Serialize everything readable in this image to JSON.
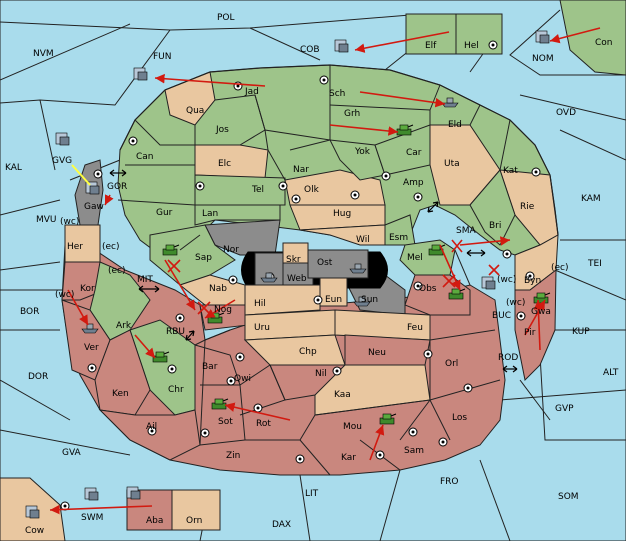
{
  "board": {
    "colors": {
      "sea": "#a9dcec",
      "green": "#9ec48a",
      "tan": "#e9c7a0",
      "red": "#c9877e",
      "gray": "#8c8c8c",
      "black": "#000000",
      "order": "#d21a10",
      "support": "#ffff40"
    },
    "territories": {
      "POL": "POL",
      "NVM": "NVM",
      "FUN": "FUN",
      "COB": "COB",
      "Elf": "Elf",
      "Hel": "Hel",
      "NOM": "NOM",
      "Con": "Con",
      "OVD": "OVD",
      "KAM": "KAM",
      "TEI": "TEI",
      "KAL": "KAL",
      "GVG": "GVG",
      "GOR": "GOR",
      "Gaw": "Gaw",
      "MVU": "MVU",
      "Her": "Her",
      "wc1": "(wc)",
      "ec1": "(ec)",
      "ec2": "(ec)",
      "Kor": "Kor",
      "wc2": "(wc)",
      "MIT": "MIT",
      "BOR": "BOR",
      "Ark": "Ark",
      "Ver": "Ver",
      "RBU": "RBU",
      "DOR": "DOR",
      "Ken": "Ken",
      "Chr": "Chr",
      "Ail": "Ail",
      "GVA": "GVA",
      "Jad": "Jad",
      "Sch": "Sch",
      "Qua": "Qua",
      "Jos": "Jos",
      "Grh": "Grh",
      "Eld": "Eld",
      "Can": "Can",
      "Car": "Car",
      "Elc": "Elc",
      "Nar": "Nar",
      "Yok": "Yok",
      "Uta": "Uta",
      "Kat": "Kat",
      "Tel": "Tel",
      "Olk": "Olk",
      "Amp": "Amp",
      "Gur": "Gur",
      "Lan": "Lan",
      "Hug": "Hug",
      "Rie": "Rie",
      "Bri": "Bri",
      "Wil": "Wil",
      "Esm": "Esm",
      "SMA": "SMA",
      "Nor": "Nor",
      "Skr": "Skr",
      "Ost": "Ost",
      "Sap": "Sap",
      "Web": "Web",
      "Mel": "Mel",
      "wc3": "(wc)",
      "Byn": "Byn",
      "ec3": "(ec)",
      "Nab": "Nab",
      "Eun": "Eun",
      "Sun": "Sun",
      "Obs": "Obs",
      "Hil": "Hil",
      "Nog": "Nog",
      "BUC": "BUC",
      "wc4": "(wc)",
      "Gwa": "Gwa",
      "KUP": "KUP",
      "Pir": "Pir",
      "Uru": "Uru",
      "Feu": "Feu",
      "Chp": "Chp",
      "Neu": "Neu",
      "Orl": "Orl",
      "ROD": "ROD",
      "ALT": "ALT",
      "Bar": "Bar",
      "Qwi": "Qwi",
      "Nil": "Nil",
      "Kaa": "Kaa",
      "GVP": "GVP",
      "Sot": "Sot",
      "Rot": "Rot",
      "Los": "Los",
      "Mou": "Mou",
      "Zin": "Zin",
      "Kar": "Kar",
      "Sam": "Sam",
      "FRO": "FRO",
      "SOM": "SOM",
      "LIT": "LIT",
      "SWM": "SWM",
      "Aba": "Aba",
      "Orn": "Orn",
      "Cow": "Cow",
      "DAX": "DAX"
    }
  }
}
